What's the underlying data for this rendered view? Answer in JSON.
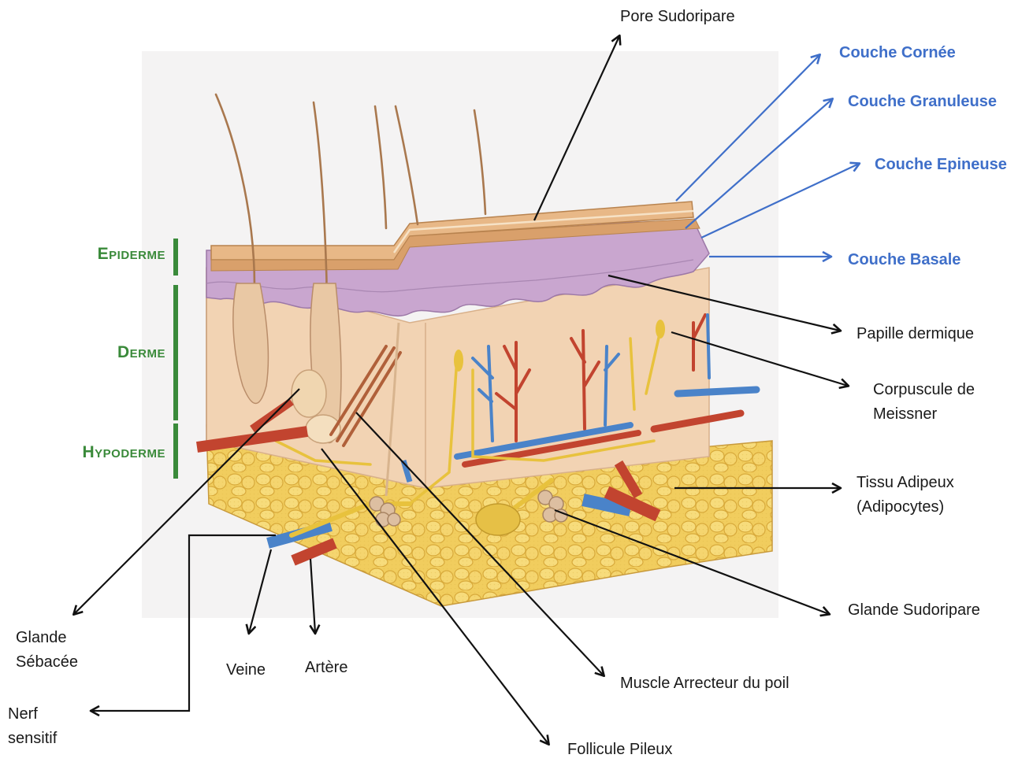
{
  "diagram": {
    "layers": {
      "epiderme": "Epiderme",
      "derme": "Derme",
      "hypoderme": "Hypoderme"
    },
    "epidermal_sublayers": [
      "Couche Cornée",
      "Couche Granuleuse",
      "Couche Epineuse",
      "Couche Basale"
    ],
    "structures": {
      "pore": "Pore Sudoripare",
      "papille": "Papille dermique",
      "meissner_1": "Corpuscule de",
      "meissner_2": "Meissner",
      "adipeux_1": "Tissu Adipeux",
      "adipeux_2": "(Adipocytes)",
      "sudoripare": "Glande Sudoripare",
      "muscle": "Muscle Arrecteur du poil",
      "follicule": "Follicule Pileux",
      "veine": "Veine",
      "artere": "Artère",
      "sebacee_1": "Glande",
      "sebacee_2": "Sébacée",
      "nerf_1": "Nerf",
      "nerf_2": "sensitif"
    },
    "colors": {
      "layer_label": "#3a8a3a",
      "sublayer_label": "#3f6fc9",
      "arrow_black": "#111111",
      "arrow_blue": "#3f6fc9"
    }
  }
}
